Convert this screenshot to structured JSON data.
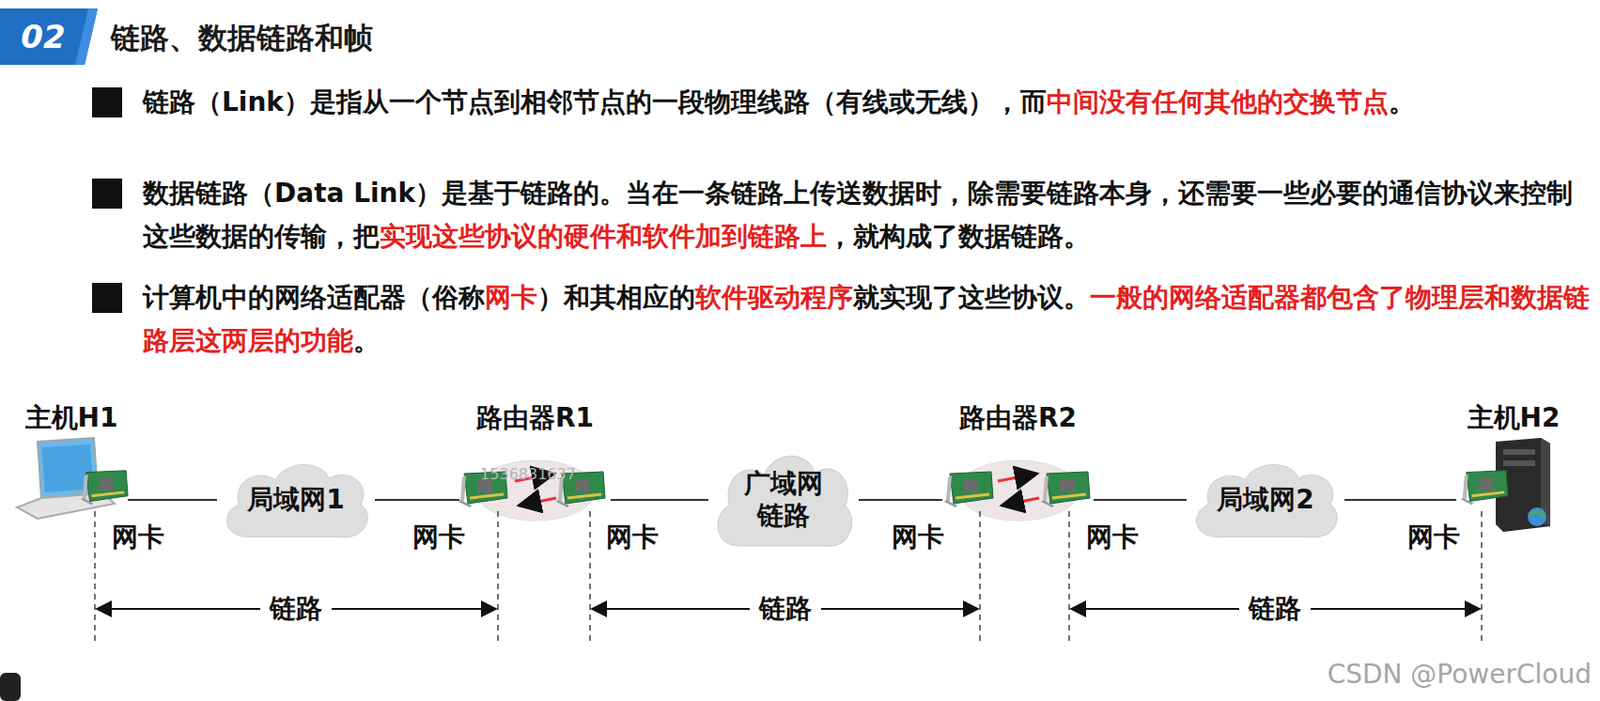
{
  "diagram": {
    "title": "链路、数据链路和帧",
    "nodes": [
      {
        "text": [
          "02"
        ]
      },
      {
        "text": [
          "主机H1"
        ]
      },
      {
        "text": [
          "局域网1"
        ]
      },
      {
        "text": [
          "路由器R1"
        ]
      },
      {
        "text": [
          "广域网 链路"
        ]
      },
      {
        "text": [
          "路由器R2"
        ]
      },
      {
        "text": [
          "局域网2"
        ]
      },
      {
        "text": [
          "主机H2"
        ]
      }
    ],
    "edges": [
      {
        "from": 1,
        "to": 2,
        "arrow": "none"
      },
      {
        "from": 2,
        "to": 3,
        "arrow": "none"
      },
      {
        "from": 3,
        "to": 4,
        "arrow": "none"
      },
      {
        "from": 4,
        "to": 5,
        "arrow": "none"
      },
      {
        "from": 5,
        "to": 6,
        "arrow": "none"
      },
      {
        "from": 6,
        "to": 7,
        "arrow": "none"
      }
    ],
    "labels": [
      "链路（Link）是指从一个节点到相邻节点的一段物理线路（有线或无线），而",
      "中间没有任何其他的交换节点",
      "。",
      "数据链路（Data Link）是基于链路的。当在一条链路上传送数据时，除需要链路本身，还需要一些必要的通信协议来控制这些数据的传输，把",
      "实现这些协议的硬件和软件加到链路上",
      "，就构成了数据链路。",
      "计算机中的网络适配器（俗称",
      "网卡",
      "）和其相应的",
      "软件驱动程序",
      "就实现了这些协议。",
      "一般的网络适配器都包含了物理层和数据链路层这两层的功能",
      "。",
      "网卡",
      "网卡",
      "网卡",
      "网卡",
      "网卡",
      "网卡",
      "链路",
      "链路",
      "链路",
      "1536831637",
      "CSDN @PowerCloud"
    ]
  }
}
